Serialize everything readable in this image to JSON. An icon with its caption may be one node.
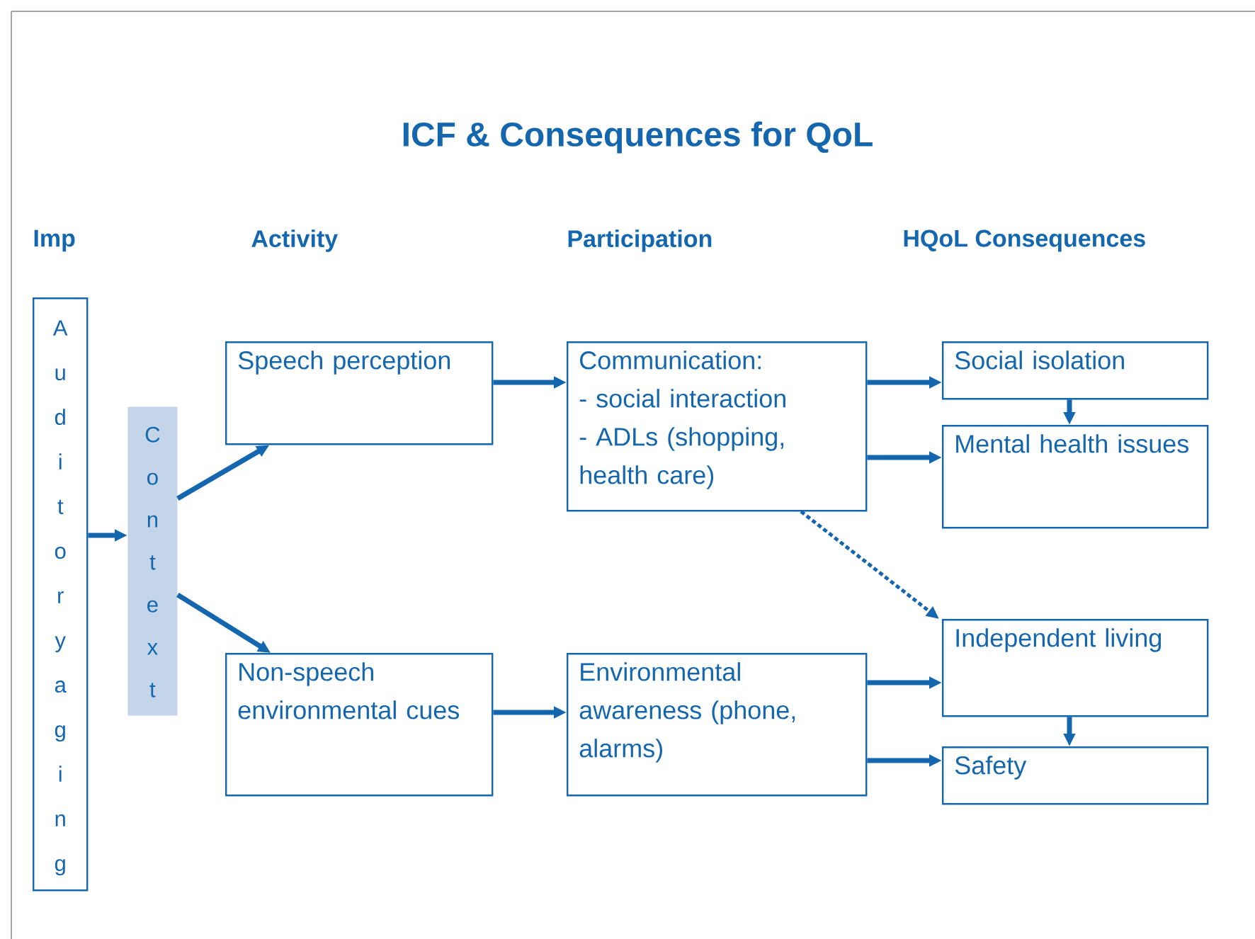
{
  "diagram": {
    "title": "ICF & Consequences for QoL",
    "nodes": [
      {
        "text": [
          "Auditory aging"
        ]
      },
      {
        "text": [
          "Context"
        ]
      },
      {
        "text": [
          "Speech perception"
        ]
      },
      {
        "text": [
          "Non-speech environmental cues"
        ]
      },
      {
        "text": [
          "Communication:",
          "- social interaction",
          "- ADLs (shopping, health care)"
        ]
      },
      {
        "text": [
          "Environmental awareness (phone, alarms)"
        ]
      },
      {
        "text": [
          "Social isolation"
        ]
      },
      {
        "text": [
          "Mental health issues"
        ]
      },
      {
        "text": [
          "Independent living"
        ]
      },
      {
        "text": [
          "Safety"
        ]
      }
    ],
    "edges": [
      {
        "from": 0,
        "to": 1,
        "arrow": "to"
      },
      {
        "from": 1,
        "to": 2,
        "arrow": "to"
      },
      {
        "from": 1,
        "to": 3,
        "arrow": "to"
      },
      {
        "from": 2,
        "to": 4,
        "arrow": "to"
      },
      {
        "from": 3,
        "to": 5,
        "arrow": "to"
      },
      {
        "from": 4,
        "to": 6,
        "arrow": "to"
      },
      {
        "from": 4,
        "to": 7,
        "arrow": "to"
      },
      {
        "from": 4,
        "to": 8,
        "arrow": "to",
        "style": "dashed"
      },
      {
        "from": 5,
        "to": 8,
        "arrow": "to"
      },
      {
        "from": 5,
        "to": 9,
        "arrow": "to"
      },
      {
        "from": 6,
        "to": 7,
        "arrow": "to"
      },
      {
        "from": 8,
        "to": 9,
        "arrow": "to"
      }
    ],
    "labels": [
      "Imp",
      "Activity",
      "Participation",
      "HQoL Consequences"
    ]
  }
}
